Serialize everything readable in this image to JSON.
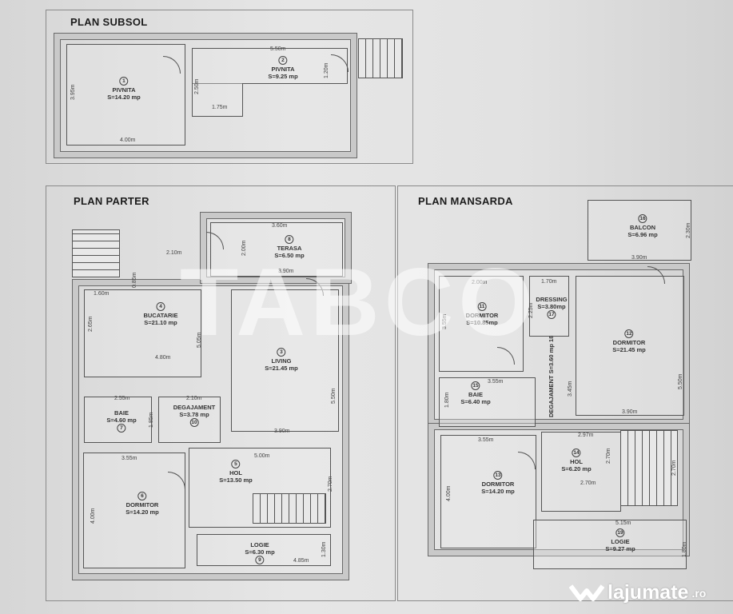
{
  "plans": {
    "subsol": {
      "title": "PLAN SUBSOL",
      "rooms": [
        {
          "num": "1",
          "name": "PIVNITA",
          "area": "S=14.20 mp"
        },
        {
          "num": "2",
          "name": "PIVNITA",
          "area": "S=9.25 mp"
        }
      ],
      "dims": [
        "5.50m",
        "1.20m",
        "2.50m",
        "1.75m",
        "3.95m",
        "4.00m"
      ]
    },
    "parter": {
      "title": "PLAN PARTER",
      "rooms": [
        {
          "num": "4",
          "name": "BUCATARIE",
          "area": "S=21.10 mp"
        },
        {
          "num": "8",
          "name": "TERASA",
          "area": "S=6.50 mp"
        },
        {
          "num": "3",
          "name": "LIVING",
          "area": "S=21.45 mp"
        },
        {
          "num": "7",
          "name": "BAIE",
          "area": "S=4.60 mp"
        },
        {
          "num": "10",
          "name": "DEGAJAMENT",
          "area": "S=3.78 mp"
        },
        {
          "num": "6",
          "name": "DORMITOR",
          "area": "S=14.20 mp"
        },
        {
          "num": "5",
          "name": "HOL",
          "area": "S=13.50 mp"
        },
        {
          "num": "9",
          "name": "LOGIE",
          "area": "S=6.30 mp"
        }
      ],
      "dims": [
        "3.60m",
        "2.10m",
        "2.00m",
        "3.90m",
        "0.85m",
        "1.60m",
        "2.65m",
        "5.05m",
        "4.80m",
        "5.50m",
        "2.55m",
        "2.10m",
        "1.85m",
        "3.90m",
        "3.55m",
        "5.00m",
        "2.70m",
        "4.00m",
        "1.30m",
        "4.85m"
      ]
    },
    "mansarda": {
      "title": "PLAN MANSARDA",
      "rooms": [
        {
          "num": "16",
          "name": "BALCON",
          "area": "S=6.96 mp"
        },
        {
          "num": "11",
          "name": "DORMITOR",
          "area": "S=10.85mp"
        },
        {
          "num": "17",
          "name": "DRESSING",
          "area": "S=3.80mp"
        },
        {
          "num": "12",
          "name": "DORMITOR",
          "area": "S=21.45 mp"
        },
        {
          "num": "15",
          "name": "BAIE",
          "area": "S=6.40 mp"
        },
        {
          "num": "18",
          "name": "DEGAJAMENT",
          "area": "S=3.60 mp"
        },
        {
          "num": "14",
          "name": "HOL",
          "area": "S=6.20 mp"
        },
        {
          "num": "13",
          "name": "DORMITOR",
          "area": "S=14.20 mp"
        },
        {
          "num": "19",
          "name": "LOGIE",
          "area": "S=9.27 mp"
        }
      ],
      "dims": [
        "2.30m",
        "3.90m",
        "2.00m",
        "1.70m",
        "3.55m",
        "2.25m",
        "3.55m",
        "3.45m",
        "5.50m",
        "1.80m",
        "3.90m",
        "2.97m",
        "3.55m",
        "2.70m",
        "2.70m",
        "2.70m",
        "4.00m",
        "5.15m",
        "1.80m"
      ]
    }
  },
  "watermark": "TABCO",
  "logo": {
    "name": "lajumate",
    "tld": ".ro"
  }
}
